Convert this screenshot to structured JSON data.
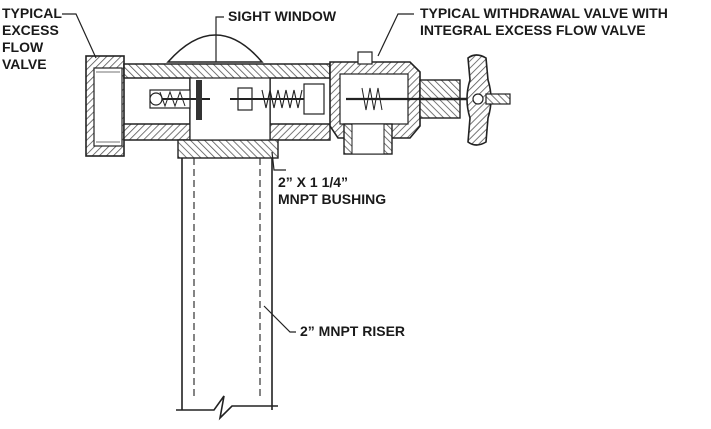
{
  "labels": {
    "excess_flow_valve": [
      "TYPICAL",
      "EXCESS",
      "FLOW",
      "VALVE"
    ],
    "sight_window": "SIGHT WINDOW",
    "withdrawal_valve": [
      "TYPICAL WITHDRAWAL VALVE WITH",
      "INTEGRAL EXCESS FLOW VALVE"
    ],
    "bushing": [
      "2” X 1 1/4”",
      "MNPT BUSHING"
    ],
    "riser": "2” MNPT RISER"
  },
  "colors": {
    "line": "#222222",
    "hatch": "#555555",
    "fill": "#ffffff",
    "shade": "#e6e6e6"
  }
}
